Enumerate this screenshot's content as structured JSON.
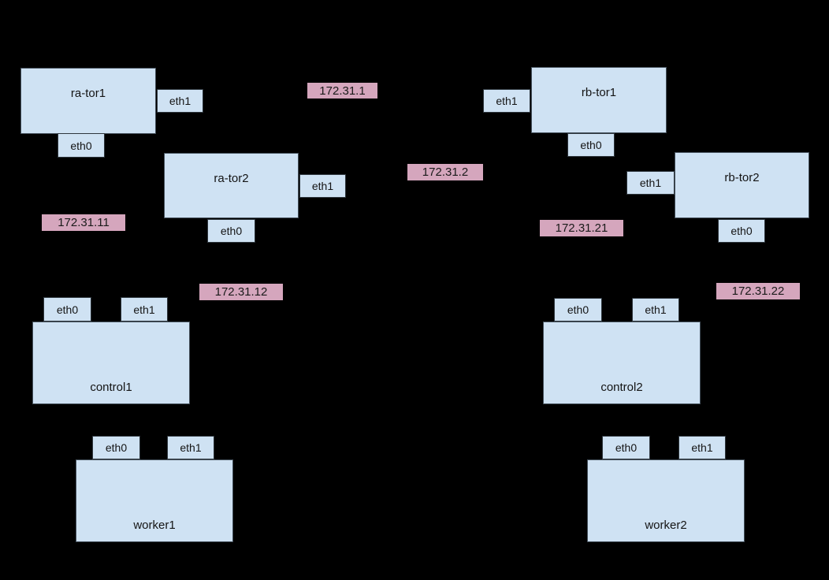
{
  "diagram": {
    "background_color": "#000000",
    "node_fill_color": "#cfe2f3",
    "ip_label_fill_color": "#d5a6bd",
    "nodes": {
      "ra_tor1": "ra-tor1",
      "ra_tor2": "ra-tor2",
      "rb_tor1": "rb-tor1",
      "rb_tor2": "rb-tor2",
      "control1": "control1",
      "control2": "control2",
      "worker1": "worker1",
      "worker2": "worker2"
    },
    "port_labels": {
      "eth0": "eth0",
      "eth1": "eth1"
    },
    "ip_labels": {
      "ip_172_31_1": "172.31.1",
      "ip_172_31_2": "172.31.2",
      "ip_172_31_11": "172.31.11",
      "ip_172_31_12": "172.31.12",
      "ip_172_31_21": "172.31.21",
      "ip_172_31_22": "172.31.22"
    }
  }
}
